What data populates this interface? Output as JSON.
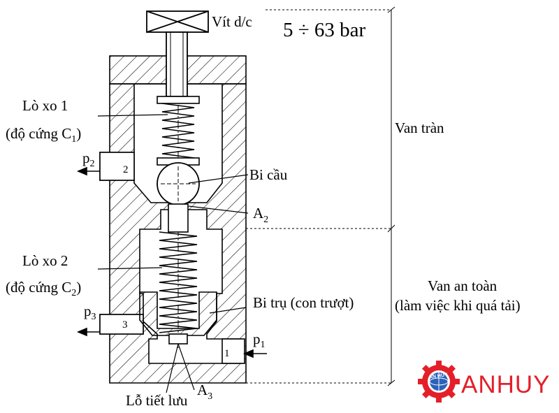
{
  "labels": {
    "adjust_screw": "Vít d/c",
    "pressure_range": "5 ÷ 63 bar",
    "spring1": "Lò xo 1",
    "stiffness1_pre": "(độ cứng C",
    "stiffness1_sub": "1",
    "stiffness1_post": ")",
    "relief_valve": "Van tràn",
    "ball": "Bi cầu",
    "a2": "A",
    "a2_sub": "2",
    "spring2": "Lò xo 2",
    "stiffness2_pre": "(độ cứng C",
    "stiffness2_sub": "2",
    "stiffness2_post": ")",
    "spool": "Bi trụ (con trượt)",
    "safety_valve": "Van an toàn",
    "overload": "(làm việc khi quá tải)",
    "p1": "p",
    "p1_sub": "1",
    "p2": "p",
    "p2_sub": "2",
    "p3": "p",
    "p3_sub": "3",
    "port1": "1",
    "port2": "2",
    "port3": "3",
    "a3": "A",
    "a3_sub": "3",
    "orifice": "Lỗ tiết lưu"
  },
  "logo": {
    "brand": "ANHUY",
    "emblem_text": "AN HUY",
    "color": "#e3202a"
  }
}
